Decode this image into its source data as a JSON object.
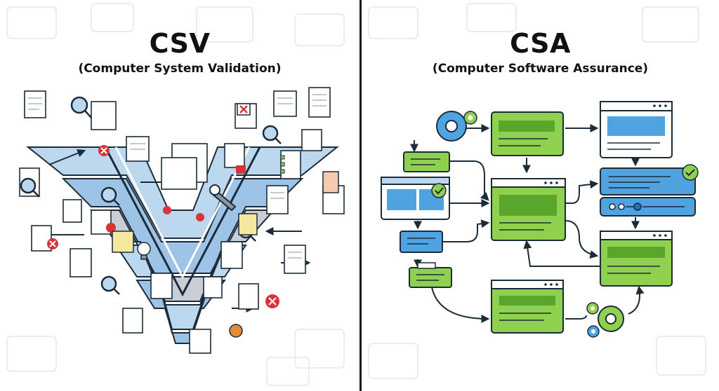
{
  "left": {
    "title": "CSV",
    "subtitle": "(Computer System Validation)"
  },
  "right": {
    "title": "CSA",
    "subtitle": "(Computer Software Assurance)"
  },
  "colors": {
    "outline": "#1c2b3a",
    "blue_fill": "#4ea3e0",
    "blue_light": "#bcd8ef",
    "green_fill": "#8fd14f",
    "green_dark": "#5aa52c",
    "red": "#d9333a",
    "gray_band": "#c9ced6",
    "bg_sketch": "#eeeeee"
  },
  "icons": [
    "document-icon",
    "magnifier-icon",
    "error-x-icon",
    "check-icon",
    "gear-icon",
    "wrench-icon",
    "lightbulb-icon",
    "clipboard-icon"
  ]
}
